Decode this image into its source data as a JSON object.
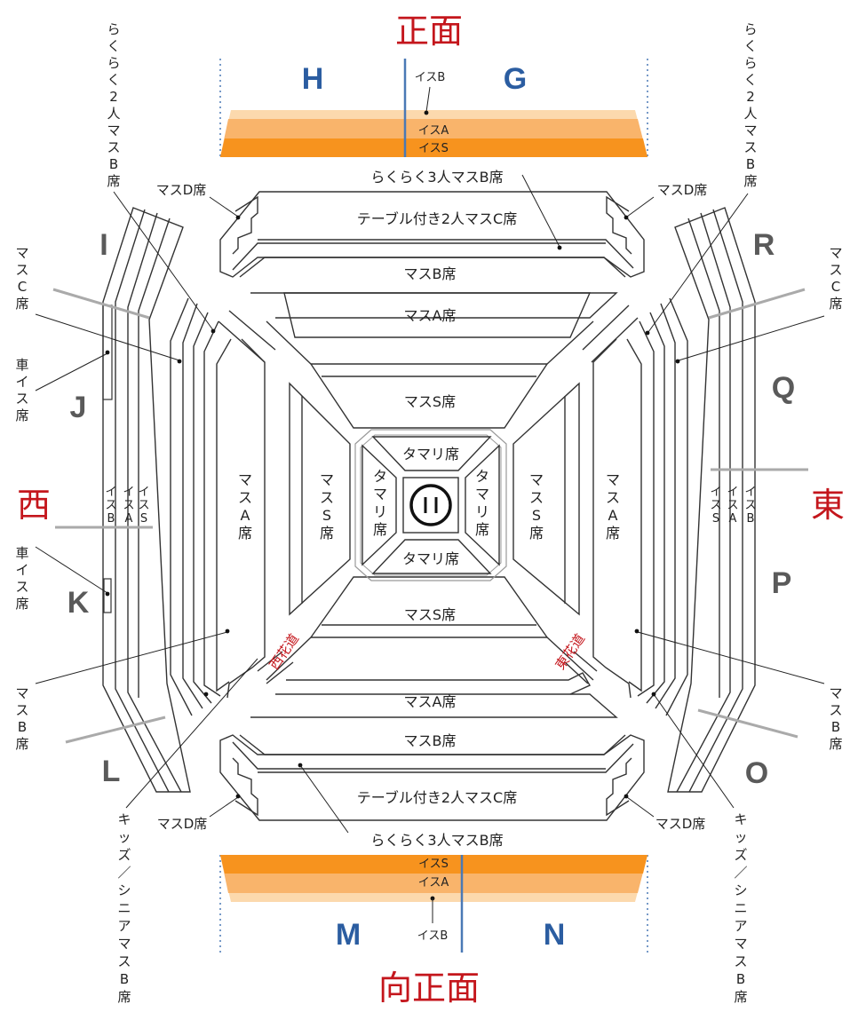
{
  "directions": {
    "north": "正面",
    "south": "向正面",
    "east": "東",
    "west": "西"
  },
  "blocks": {
    "H": "H",
    "G": "G",
    "M": "M",
    "N": "N",
    "I": "I",
    "J": "J",
    "K": "K",
    "L": "L",
    "R": "R",
    "Q": "Q",
    "P": "P",
    "O": "O"
  },
  "colors": {
    "direction": "#c4161c",
    "front_blocks": "#2b5da1",
    "side_blocks": "#5a5a5a",
    "chair_s": "#f7931e",
    "chair_a": "#f9b46b",
    "chair_b": "#fcd9ad",
    "divider": "#4a79b5"
  },
  "north": {
    "chair_b": "イスB",
    "chair_a": "イスA",
    "chair_s": "イスS",
    "rakuraku3": "らくらく3人マスB席",
    "table2": "テーブル付き2人マスC席",
    "masu_b": "マスB席",
    "masu_a": "マスA席",
    "masu_s": "マスS席",
    "masu_d_left": "マスD席",
    "masu_d_right": "マスD席"
  },
  "south": {
    "chair_b": "イスB",
    "chair_a": "イスA",
    "chair_s": "イスS",
    "rakuraku3": "らくらく3人マスB席",
    "table2": "テーブル付き2人マスC席",
    "masu_b": "マスB席",
    "masu_a": "マスA席",
    "masu_s": "マスS席",
    "masu_d_left": "マスD席",
    "masu_d_right": "マスD席"
  },
  "west": {
    "rakuraku2": [
      "ら",
      "く",
      "ら",
      "く",
      "2",
      "人",
      "マ",
      "ス",
      "B",
      "席"
    ],
    "masu_c": [
      "マ",
      "ス",
      "C",
      "席"
    ],
    "wheelchair_1": [
      "車",
      "イ",
      "ス",
      "席"
    ],
    "wheelchair_2": [
      "車",
      "イ",
      "ス",
      "席"
    ],
    "masu_b": [
      "マ",
      "ス",
      "B",
      "席"
    ],
    "kids": [
      "キ",
      "ッ",
      "ズ",
      "／",
      "シ",
      "ニ",
      "ア",
      "マ",
      "ス",
      "B",
      "席"
    ],
    "chair_b": [
      "イ",
      "ス",
      "B"
    ],
    "chair_a": [
      "イ",
      "ス",
      "A"
    ],
    "chair_s": [
      "イ",
      "ス",
      "S"
    ],
    "masu_a": [
      "マ",
      "ス",
      "A",
      "席"
    ],
    "masu_s": [
      "マ",
      "ス",
      "S",
      "席"
    ]
  },
  "east": {
    "rakuraku2": [
      "ら",
      "く",
      "ら",
      "く",
      "2",
      "人",
      "マ",
      "ス",
      "B",
      "席"
    ],
    "masu_c": [
      "マ",
      "ス",
      "C",
      "席"
    ],
    "masu_b": [
      "マ",
      "ス",
      "B",
      "席"
    ],
    "kids": [
      "キ",
      "ッ",
      "ズ",
      "／",
      "シ",
      "ニ",
      "ア",
      "マ",
      "ス",
      "B",
      "席"
    ],
    "chair_s": [
      "イ",
      "ス",
      "S"
    ],
    "chair_a": [
      "イ",
      "ス",
      "A"
    ],
    "chair_b": [
      "イ",
      "ス",
      "B"
    ],
    "masu_a": [
      "マ",
      "ス",
      "A",
      "席"
    ],
    "masu_s": [
      "マ",
      "ス",
      "S",
      "席"
    ]
  },
  "tamari": {
    "north": "タマリ席",
    "south": "タマリ席",
    "west": [
      "タ",
      "マ",
      "リ",
      "席"
    ],
    "east": [
      "タ",
      "マ",
      "リ",
      "席"
    ]
  },
  "gates": {
    "west": "西花道",
    "east": "東花道"
  }
}
